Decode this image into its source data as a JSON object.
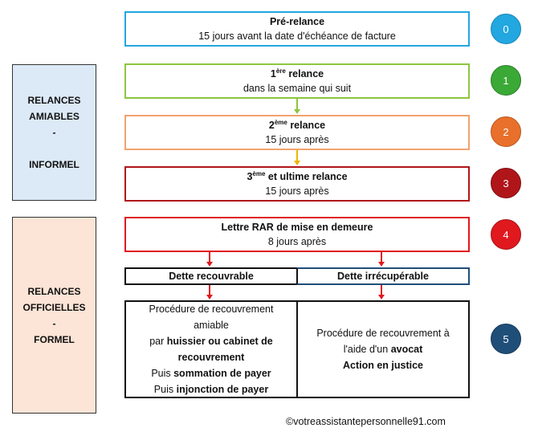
{
  "colors": {
    "stage0": "#22a7e0",
    "stage1": "#8dc63f",
    "stage2": "#f2a36f",
    "stage3": "#b0151a",
    "stage4": "#e0191f",
    "final": "#1f4e79",
    "amiable_bg": "#dce9f6",
    "officiel_bg": "#fce4d6"
  },
  "sections": {
    "amiable": [
      "RELANCES",
      "AMIABLES",
      "-",
      "INFORMEL"
    ],
    "officiel": [
      "RELANCES",
      "OFFICIELLES",
      "-",
      "FORMEL"
    ]
  },
  "steps": [
    {
      "title": "Pré-relance",
      "detail": "15 jours avant la date d'échéance de facture",
      "number": "0"
    },
    {
      "title_num": "1",
      "title_sup": "ère",
      "title_rest": " relance",
      "detail": "dans la semaine qui suit",
      "number": "1"
    },
    {
      "title_num": "2",
      "title_sup": "ème",
      "title_rest": " relance",
      "detail": "15 jours après",
      "number": "2"
    },
    {
      "title_num": "3",
      "title_sup": "ème",
      "title_rest": " et ultime relance",
      "detail": "15 jours après",
      "number": "3"
    },
    {
      "title": "Lettre RAR de mise en demeure",
      "detail": "8 jours après",
      "number": "4"
    }
  ],
  "branches": {
    "left_header": "Dette recouvrable",
    "right_header": "Dette irrécupérable",
    "left_lines": {
      "l1": "Procédure de recouvrement",
      "l2": "amiable",
      "l3a": "par ",
      "l3b": "huissier ou cabinet de",
      "l4": "recouvrement",
      "l5a": "Puis ",
      "l5b": "sommation de payer",
      "l6a": "Puis ",
      "l6b": "injonction de payer"
    },
    "right_lines": {
      "l1": "Procédure de recouvrement à",
      "l2a": "l'aide d'un ",
      "l2b": "avocat",
      "l3": "Action en justice"
    },
    "number": "5"
  },
  "footer": "©votreassistantepersonnelle91.com"
}
